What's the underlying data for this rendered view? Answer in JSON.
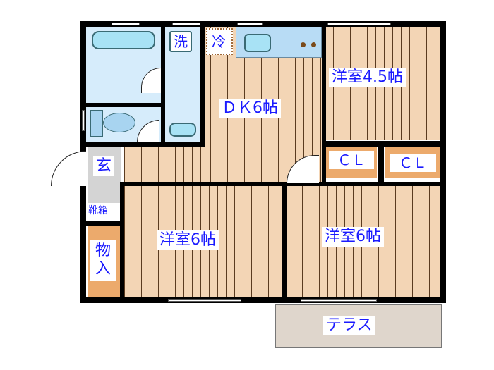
{
  "floor_plan": {
    "rooms": {
      "dk": {
        "label": "ＤＫ6帖",
        "type": "dining-kitchen",
        "size_jo": 6
      },
      "western_45": {
        "label": "洋室4.5帖",
        "type": "western-room",
        "size_jo": 4.5
      },
      "western_6_left": {
        "label": "洋室6帖",
        "type": "western-room",
        "size_jo": 6
      },
      "western_6_right": {
        "label": "洋室6帖",
        "type": "western-room",
        "size_jo": 6
      },
      "entrance": {
        "label": "玄",
        "type": "entrance"
      },
      "shoe_box": {
        "label": "靴箱",
        "type": "shoe-storage"
      },
      "storage": {
        "label": "物入",
        "type": "storage"
      },
      "closet_1": {
        "label": "ＣＬ",
        "type": "closet"
      },
      "closet_2": {
        "label": "ＣＬ",
        "type": "closet"
      },
      "terrace": {
        "label": "テラス",
        "type": "terrace"
      },
      "washer": {
        "label": "洗",
        "type": "washing-machine-space"
      },
      "fridge": {
        "label": "冷",
        "type": "refrigerator-space"
      }
    },
    "colors": {
      "label_text": "#1a1aff",
      "flooring": "#f3d5b5",
      "flooring_lines": "#5a3b20",
      "wet_area": "#d6ecfb",
      "fixture": "#a8e2f5",
      "closet": "#ecaa6c",
      "entrance": "#d4d4d4",
      "terrace": "#dfd6cc",
      "wall": "#000000"
    }
  }
}
